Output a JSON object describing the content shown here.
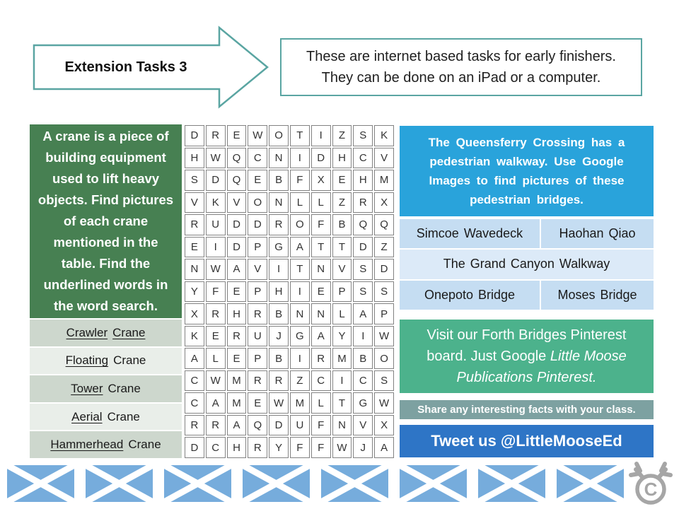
{
  "header": {
    "arrow_label": "Extension Tasks 3",
    "info_line1": "These are internet based tasks for early finishers.",
    "info_line2": "They can be done on an iPad or a computer."
  },
  "crane_panel": {
    "description": "A crane is a piece of building equipment used to lift heavy objects. Find pictures of each crane mentioned in the table. Find the underlined words in the word search.",
    "rows": [
      {
        "word1": "Crawler",
        "word2": "Crane"
      },
      {
        "word1": "Floating",
        "word2": "Crane"
      },
      {
        "word1": "Tower",
        "word2": "Crane"
      },
      {
        "word1": "Aerial",
        "word2": "Crane"
      },
      {
        "word1": "Hammerhead",
        "word2": "Crane"
      }
    ]
  },
  "word_search": {
    "rows": [
      "DREWOTIZSK",
      "HWQCNIDHCV",
      "SDQEBFXEHM",
      "VKVONLLZRX",
      "RUDDROFBQQ",
      "EIDPGATTDZ",
      "NWAVITNVSD",
      "YFEPHIEPSS",
      "XRHRBNNLAP",
      "KERUJGAYIW",
      "ALEPBIRMBO",
      "CWMRRZCICS",
      "CAMEWMLTGW",
      "RRAQDUFNVX",
      "DCHRYFFWJA"
    ]
  },
  "bridges": {
    "intro": "The Queensferry Crossing has a pedestrian walkway. Use Google Images to find pictures of these pedestrian bridges.",
    "table": {
      "row1": [
        "Simcoe Wavedeck",
        "Haohan Qiao"
      ],
      "row2": "The Grand Canyon Walkway",
      "row3": [
        "Onepoto Bridge",
        "Moses Bridge"
      ]
    }
  },
  "pinterest": {
    "text_regular": "Visit our Forth Bridges Pinterest board. Just Google ",
    "text_italic": "Little Moose Publications Pinterest."
  },
  "share_bar": "Share any interesting facts with your class.",
  "tweet_bar": "Tweet us @LittleMooseEd",
  "footer": {
    "flag_count": 8,
    "flag_name": "scotland-saltire-flag",
    "logo_name": "little-moose-copyright-logo"
  },
  "colors": {
    "accent_teal_border": "#5aa5a2",
    "green_panel": "#478052",
    "crane_row_dark": "#cdd7cd",
    "crane_row_light": "#e9eee9",
    "blue_panel": "#29a3db",
    "bridge_cell": "#c5ddf2",
    "bridge_cell_light": "#dceaf8",
    "pinterest_green": "#4cb28c",
    "share_bar_gray": "#7da1a1",
    "tweet_bar_blue": "#2e75c6",
    "flag_blue": "#76acdc",
    "logo_gray": "#a6a6a6"
  }
}
